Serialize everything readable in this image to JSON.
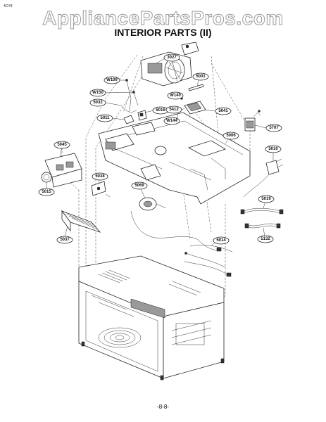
{
  "header": {
    "corner_code": "4CY8",
    "watermark": "AppliancePartsPros.com",
    "title": "INTERIOR PARTS (II)"
  },
  "footer": {
    "page_number": "-8-8-"
  },
  "callouts": {
    "c3027": "3027",
    "c5001": "5001",
    "cW109": "W109",
    "cW150": "W150",
    "c5032": "5032",
    "cW140": "W140",
    "c5011": "5011",
    "c5016": "5016",
    "c5412": "5412",
    "c5041": "5041",
    "cW144": "W144",
    "c5707": "5707",
    "c5006": "5006",
    "c5010": "5010",
    "c5045": "5045",
    "c5038": "5038",
    "c5069": "5069",
    "c5015": "5015",
    "c5019": "5019",
    "c5037": "5037",
    "c5014": "5014",
    "c5132": "5132"
  }
}
